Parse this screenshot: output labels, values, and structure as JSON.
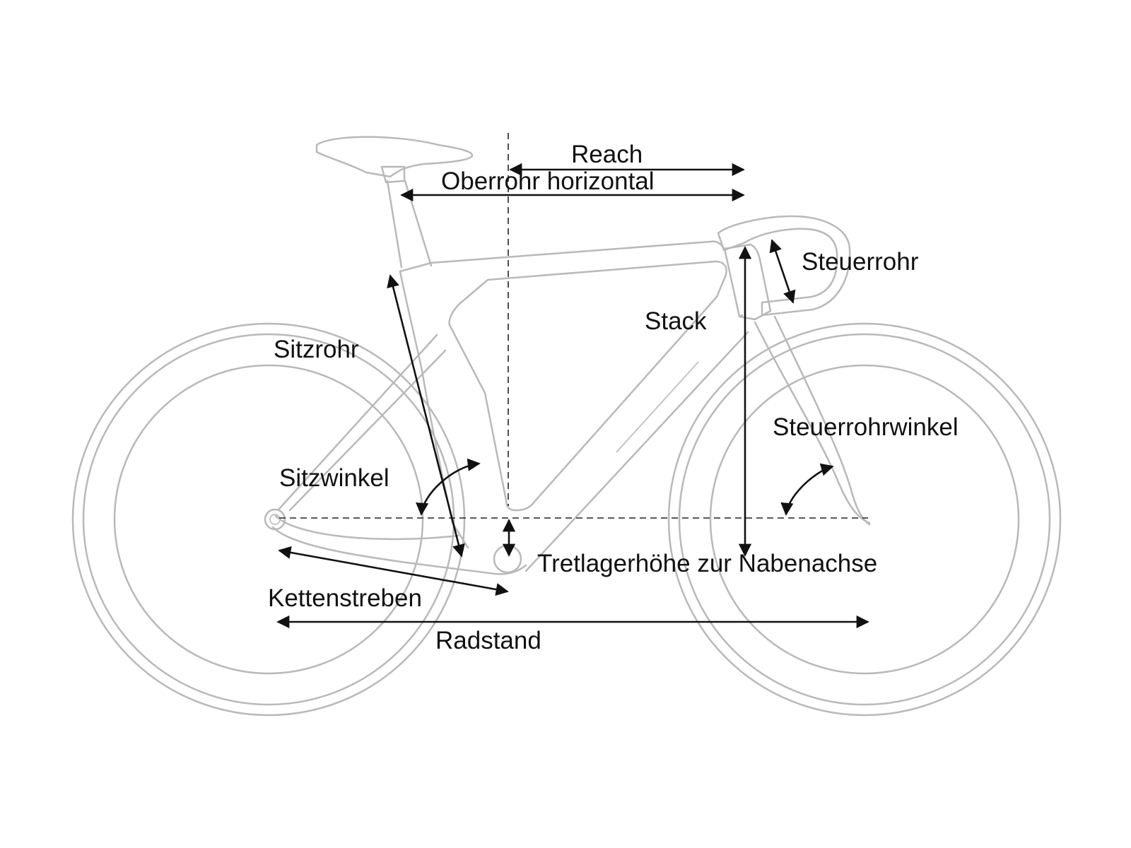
{
  "labels": {
    "reach": "Reach",
    "top_tube_horizontal": "Oberrohr horizontal",
    "head_tube": "Steuerrohr",
    "stack": "Stack",
    "seat_tube": "Sitzrohr",
    "head_tube_angle": "Steuerrohrwinkel",
    "seat_angle": "Sitzwinkel",
    "bb_height": "Tretlagerhöhe zur Nabenachse",
    "chainstays": "Kettenstreben",
    "wheelbase": "Radstand"
  },
  "colors": {
    "bike_outline": "#b9b9b9",
    "measure_lines": "#111111",
    "background": "#ffffff"
  }
}
